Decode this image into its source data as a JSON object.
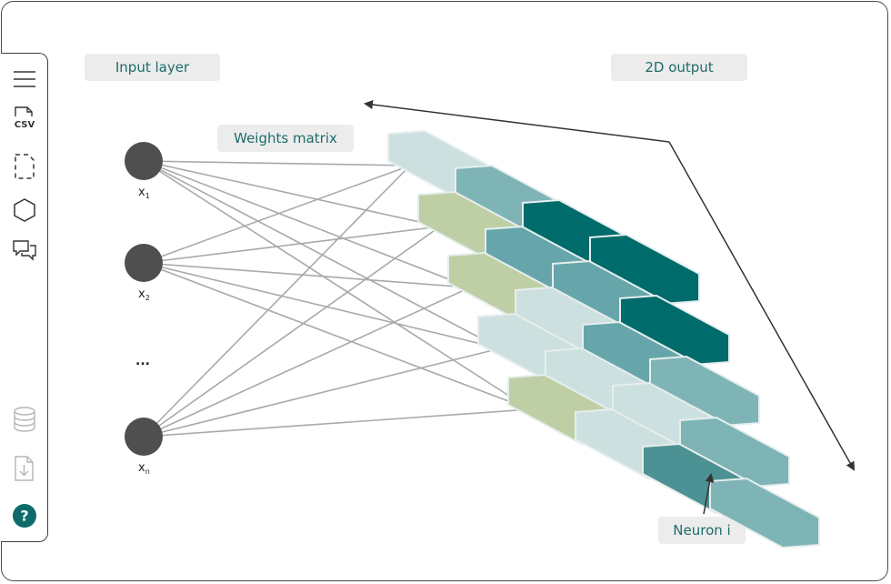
{
  "labels": {
    "input_layer": "Input layer",
    "weights_matrix": "Weights matrix",
    "output": "2D output",
    "neuron": "Neuron i"
  },
  "inputs": [
    {
      "label": "x",
      "sub": "1"
    },
    {
      "label": "x",
      "sub": "2"
    },
    {
      "label": "x",
      "sub": "n"
    }
  ],
  "ellipsis": "...",
  "sidebar": {
    "items": [
      {
        "icon": "menu-icon"
      },
      {
        "icon": "csv-file-icon",
        "text": "CSV"
      },
      {
        "icon": "dashed-selection-icon"
      },
      {
        "icon": "hexagon-icon"
      },
      {
        "icon": "chat-icon"
      },
      {
        "icon": "database-icon"
      },
      {
        "icon": "download-file-icon"
      },
      {
        "icon": "help-icon",
        "text": "?"
      }
    ]
  },
  "colors": {
    "node": "#4f4f4f",
    "edge": "#a9a9a9",
    "accent": "#1f6b6b",
    "green": "#bfcfa5",
    "pale": "#cde0e0",
    "light_teal": "#7fb4b6",
    "mid_teal": "#66a6aa",
    "teal": "#4c9193",
    "dark_teal": "#006b6b"
  },
  "grid_colors": [
    [
      "pale",
      "light_teal",
      "dark_teal",
      "dark_teal"
    ],
    [
      "green",
      "mid_teal",
      "mid_teal",
      "dark_teal"
    ],
    [
      "green",
      "pale",
      "mid_teal",
      "light_teal"
    ],
    [
      "pale",
      "pale",
      "pale",
      "light_teal"
    ],
    [
      "green",
      "pale",
      "teal",
      "light_teal"
    ]
  ]
}
